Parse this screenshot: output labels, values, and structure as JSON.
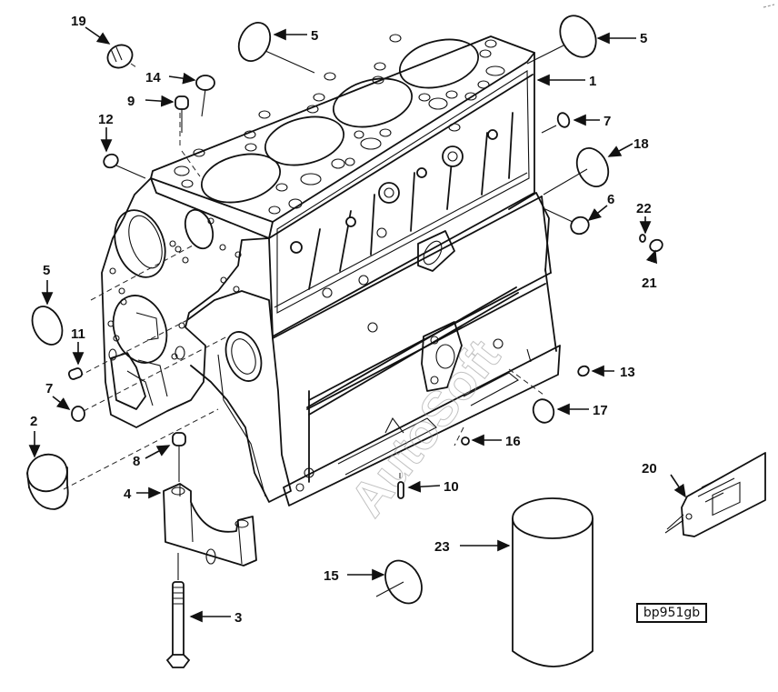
{
  "diagram": {
    "type": "exploded-parts-diagram",
    "subject": "engine cylinder block",
    "reference_code": "bp951gb",
    "watermark": "AutoSoft",
    "callouts": [
      {
        "id": "c1",
        "number": "1",
        "part": "cylinder block"
      },
      {
        "id": "c2",
        "number": "2",
        "part": "large cup plug (front)"
      },
      {
        "id": "c3",
        "number": "3",
        "part": "main bearing cap bolt"
      },
      {
        "id": "c4",
        "number": "4",
        "part": "main bearing cap"
      },
      {
        "id": "c5a",
        "number": "5",
        "part": "expansion plug (top left)"
      },
      {
        "id": "c5b",
        "number": "5",
        "part": "expansion plug (top right)"
      },
      {
        "id": "c5c",
        "number": "5",
        "part": "expansion plug (front left)"
      },
      {
        "id": "c6",
        "number": "6",
        "part": "cup plug"
      },
      {
        "id": "c7a",
        "number": "7",
        "part": "small plug (right)"
      },
      {
        "id": "c7b",
        "number": "7",
        "part": "small plug (front)"
      },
      {
        "id": "c8",
        "number": "8",
        "part": "dowel ring"
      },
      {
        "id": "c9",
        "number": "9",
        "part": "dowel"
      },
      {
        "id": "c10",
        "number": "10",
        "part": "dowel pin"
      },
      {
        "id": "c11",
        "number": "11",
        "part": "dowel pin"
      },
      {
        "id": "c12",
        "number": "12",
        "part": "pipe plug"
      },
      {
        "id": "c13",
        "number": "13",
        "part": "pipe plug"
      },
      {
        "id": "c14",
        "number": "14",
        "part": "cup plug"
      },
      {
        "id": "c15",
        "number": "15",
        "part": "expansion plug"
      },
      {
        "id": "c16",
        "number": "16",
        "part": "plug"
      },
      {
        "id": "c17",
        "number": "17",
        "part": "cup plug"
      },
      {
        "id": "c18",
        "number": "18",
        "part": "expansion plug"
      },
      {
        "id": "c19",
        "number": "19",
        "part": "threaded plug"
      },
      {
        "id": "c20",
        "number": "20",
        "part": "identification tag"
      },
      {
        "id": "c21",
        "number": "21",
        "part": "fitting"
      },
      {
        "id": "c22",
        "number": "22",
        "part": "o-ring"
      },
      {
        "id": "c23",
        "number": "23",
        "part": "cylinder liner"
      }
    ]
  }
}
